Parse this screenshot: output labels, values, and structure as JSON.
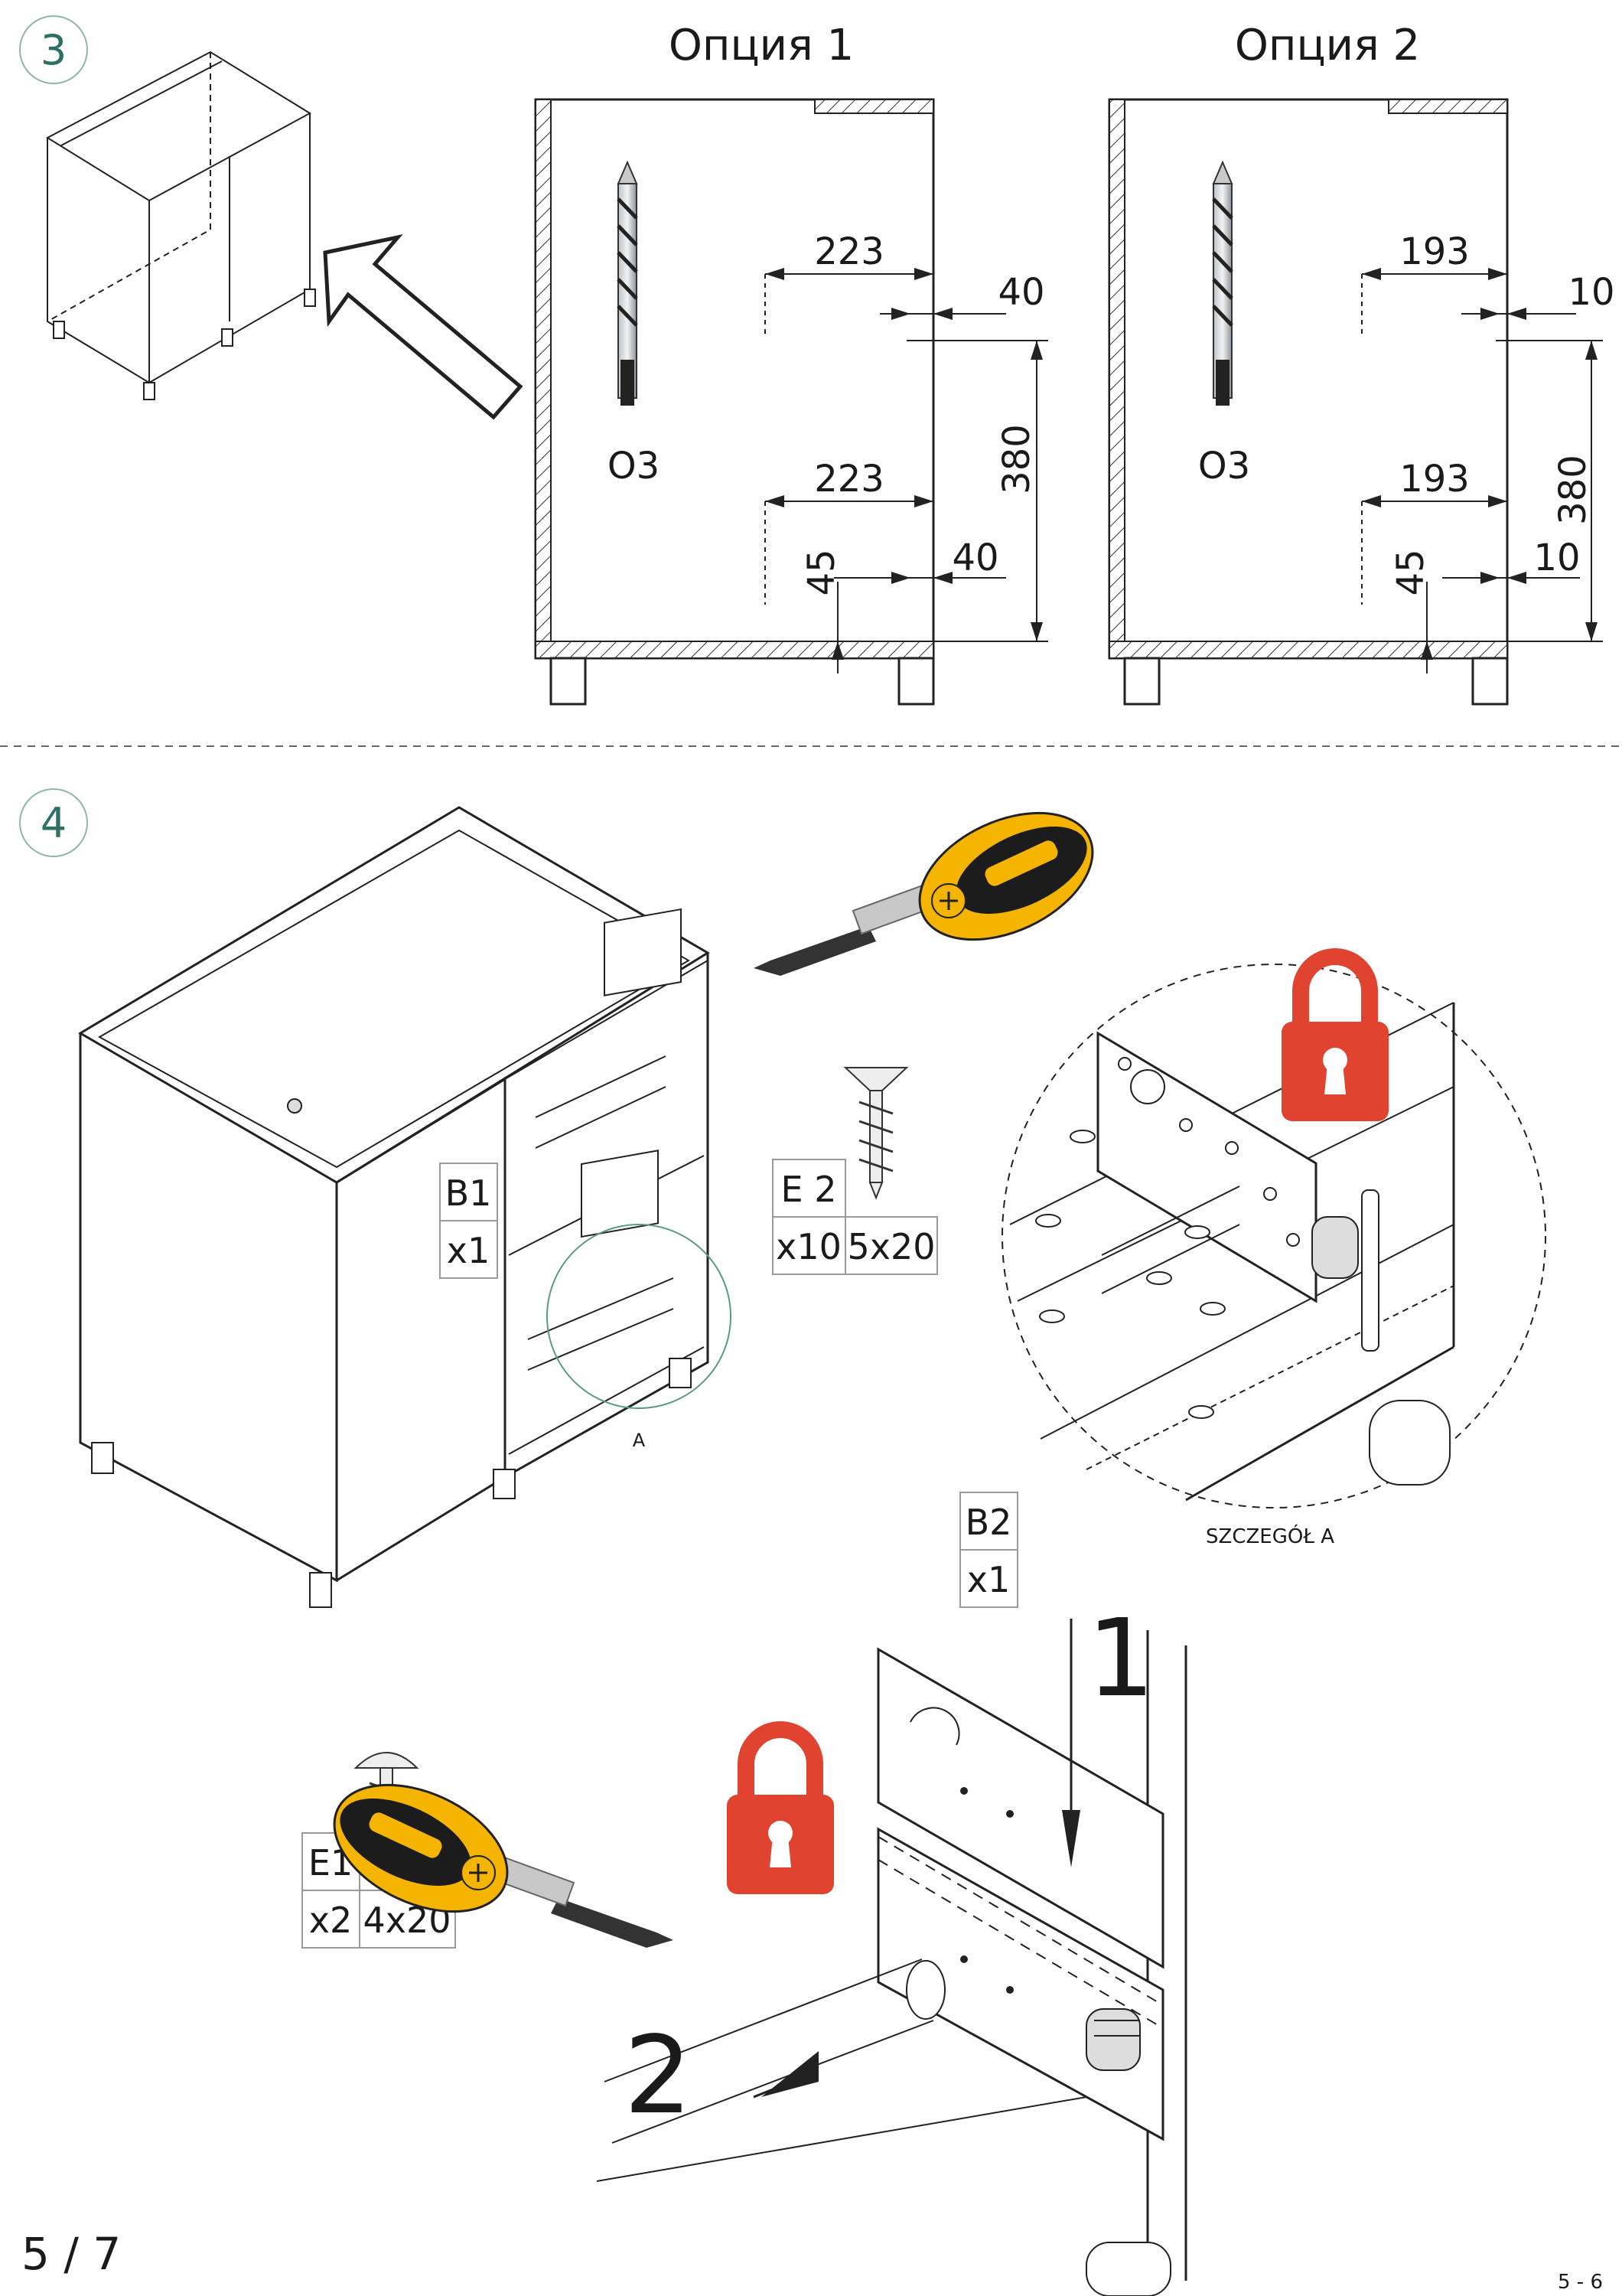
{
  "step3": {
    "number": "3"
  },
  "step4": {
    "number": "4"
  },
  "options": [
    {
      "title": "Опция 1",
      "drill": "O3",
      "dims": {
        "upper_horizontal": "223",
        "upper_offset": "40",
        "lower_horizontal": "223",
        "lower_offset": "40",
        "bottom_height": "45",
        "vertical": "380"
      }
    },
    {
      "title": "Опция 2",
      "drill": "O3",
      "dims": {
        "upper_horizontal": "193",
        "upper_offset": "10",
        "lower_horizontal": "193",
        "lower_offset": "10",
        "bottom_height": "45",
        "vertical": "380"
      }
    }
  ],
  "parts": {
    "b1": {
      "name": "B1",
      "qty": "x1"
    },
    "e2": {
      "name": "E 2",
      "qty": "x10",
      "size": "5x20"
    },
    "b2": {
      "name": "B2",
      "qty": "x1"
    },
    "e1": {
      "name": "E1",
      "qty": "x2",
      "size": "4x20"
    }
  },
  "detail": {
    "marker": "A",
    "caption": "SZCZEGÓŁ A"
  },
  "sub_steps": {
    "first": "1",
    "second": "2"
  },
  "footer": {
    "page": "5 / 7",
    "code": "5 - 6"
  },
  "colors": {
    "lock_red": "#e0432f",
    "handle_yellow": "#f4b400",
    "handle_black": "#1c1c1c",
    "step_green": "#2e6f66"
  },
  "icons": [
    "drill-bit-icon",
    "screwdriver-icon",
    "lock-icon",
    "screw-icon",
    "arrow-icon"
  ]
}
